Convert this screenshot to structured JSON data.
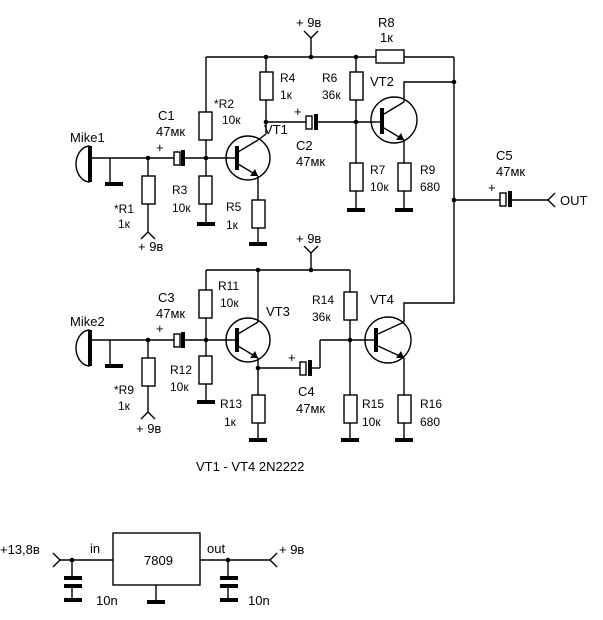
{
  "supply": {
    "plus9": "+ 9в",
    "plus13": "+13,8в"
  },
  "mic1": {
    "name": "Mike1"
  },
  "mic2": {
    "name": "Mike2"
  },
  "out": {
    "label": "OUT"
  },
  "resistors": {
    "R1": {
      "name": "*R1",
      "value": "1к"
    },
    "R2": {
      "name": "*R2",
      "value": "10к"
    },
    "R3": {
      "name": "R3",
      "value": "10к"
    },
    "R4": {
      "name": "R4",
      "value": "1к"
    },
    "R5": {
      "name": "R5",
      "value": "1к"
    },
    "R6": {
      "name": "R6",
      "value": "36к"
    },
    "R7": {
      "name": "R7",
      "value": "10к"
    },
    "R8": {
      "name": "R8",
      "value": "1к"
    },
    "R9": {
      "name": "R9",
      "value": "680"
    },
    "R9b": {
      "name": "*R9",
      "value": "1к"
    },
    "R11": {
      "name": "R11",
      "value": "10к"
    },
    "R12": {
      "name": "R12",
      "value": "10к"
    },
    "R13": {
      "name": "R13",
      "value": "1к"
    },
    "R14": {
      "name": "R14",
      "value": "36к"
    },
    "R15": {
      "name": "R15",
      "value": "10к"
    },
    "R16": {
      "name": "R16",
      "value": "680"
    }
  },
  "capacitors": {
    "C1": {
      "name": "C1",
      "value": "47мк"
    },
    "C2": {
      "name": "C2",
      "value": "47мк"
    },
    "C3": {
      "name": "C3",
      "value": "47мк"
    },
    "C4": {
      "name": "C4",
      "value": "47мк"
    },
    "C5": {
      "name": "C5",
      "value": "47мк"
    },
    "Cin": {
      "value": "10n"
    },
    "Cout": {
      "value": "10n"
    }
  },
  "transistors": {
    "VT1": "VT1",
    "VT2": "VT2",
    "VT3": "VT3",
    "VT4": "VT4"
  },
  "polarity": "+",
  "note": "VT1 - VT4  2N2222",
  "regulator": {
    "name": "7809",
    "in": "in",
    "out": "out"
  }
}
